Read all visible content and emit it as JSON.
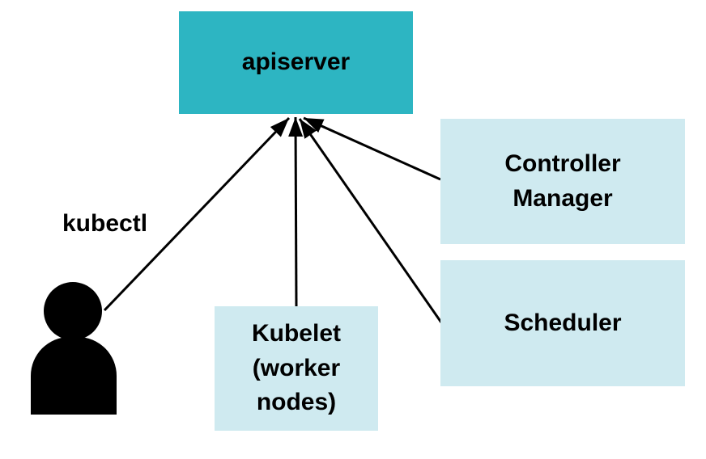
{
  "diagram": {
    "nodes": {
      "apiserver": {
        "label": "apiserver"
      },
      "controller_manager": {
        "label": "Controller\nManager"
      },
      "scheduler": {
        "label": "Scheduler"
      },
      "kubelet": {
        "label": "Kubelet\n(worker\nnodes)"
      },
      "kubectl": {
        "label": "kubectl"
      }
    },
    "icons": {
      "user": "user-silhouette-icon"
    },
    "edges": [
      {
        "from": "kubectl-user",
        "to": "apiserver"
      },
      {
        "from": "kubelet-worker-nodes",
        "to": "apiserver"
      },
      {
        "from": "scheduler",
        "to": "apiserver"
      },
      {
        "from": "controller-manager",
        "to": "apiserver"
      }
    ],
    "colors": {
      "apiserver_fill": "#2db5c2",
      "component_fill": "#cfeaf0",
      "arrow": "#000000",
      "text": "#000000",
      "background": "#ffffff"
    }
  }
}
